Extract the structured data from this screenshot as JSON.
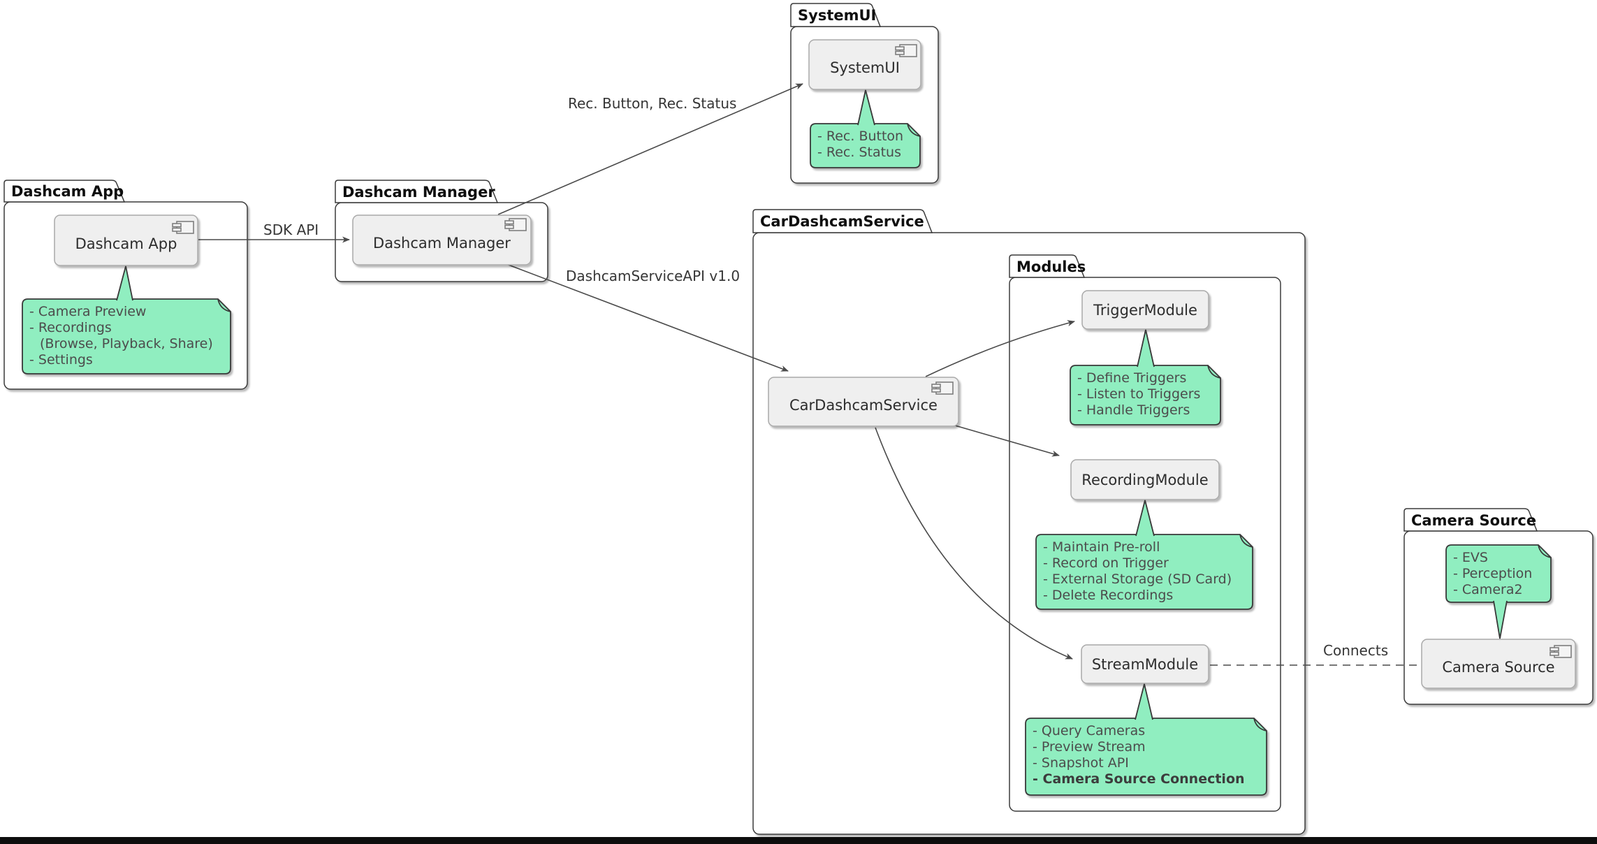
{
  "diagram": {
    "packages": {
      "dashcam_app": {
        "title": "Dashcam App"
      },
      "dashcam_manager": {
        "title": "Dashcam Manager"
      },
      "systemui": {
        "title": "SystemUI"
      },
      "car_dashcam_service": {
        "title": "CarDashcamService"
      },
      "modules": {
        "title": "Modules"
      },
      "camera_source": {
        "title": "Camera Source"
      }
    },
    "components": {
      "dashcam_app": "Dashcam App",
      "dashcam_manager": "Dashcam Manager",
      "systemui": "SystemUI",
      "car_dashcam_service": "CarDashcamService",
      "trigger_module": "TriggerModule",
      "recording_module": "RecordingModule",
      "stream_module": "StreamModule",
      "camera_source": "Camera Source"
    },
    "notes": {
      "dashcam_app": {
        "lines": [
          "- Camera Preview",
          "- Recordings",
          "(Browse, Playback, Share)",
          "- Settings"
        ]
      },
      "systemui": {
        "lines": [
          "- Rec. Button",
          "- Rec. Status"
        ]
      },
      "trigger": {
        "lines": [
          "- Define Triggers",
          "- Listen to Triggers",
          "- Handle Triggers"
        ]
      },
      "recording": {
        "lines": [
          "- Maintain Pre-roll",
          "- Record on Trigger",
          "- External Storage (SD Card)",
          "- Delete Recordings"
        ]
      },
      "stream": {
        "lines": [
          "- Query Cameras",
          "- Preview Stream",
          "- Snapshot API",
          "- Camera Source Connection"
        ]
      },
      "camera_source": {
        "lines": [
          "- EVS",
          "- Perception",
          "- Camera2"
        ]
      }
    },
    "edge_labels": {
      "sdk_api": "SDK API",
      "rec_button_status": "Rec. Button, Rec. Status",
      "dashcam_service_api": "DashcamServiceAPI v1.0",
      "connects": "Connects"
    },
    "colors": {
      "note_fill": "#90EEC0",
      "note_border": "#383838",
      "component_fill": "#EFEFEF",
      "component_border": "#A9A9A9",
      "package_border": "#3A3A3A",
      "arrow": "#4A4A4A",
      "bottom_bar": "#0D0D0D"
    }
  }
}
